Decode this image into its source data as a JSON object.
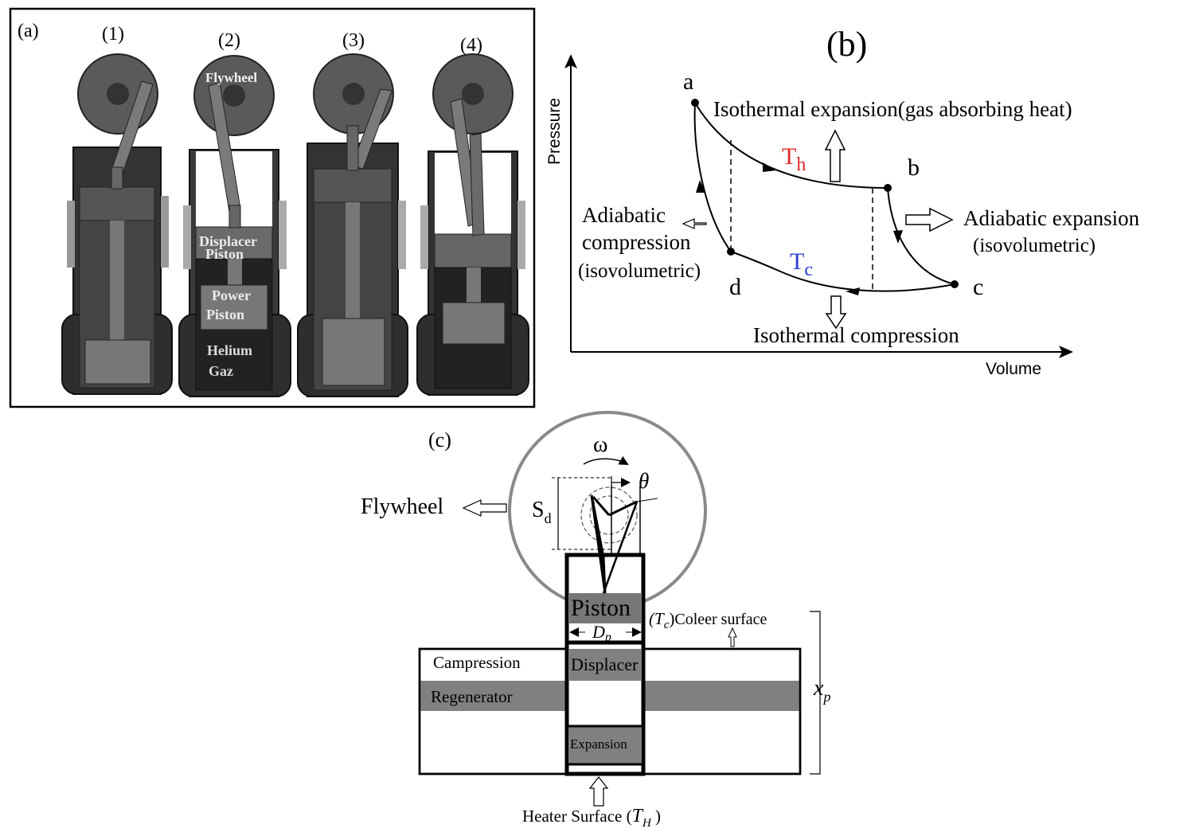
{
  "panel_a": {
    "panel_label": "(a)",
    "step_labels": [
      "(1)",
      "(2)",
      "(3)",
      "(4)"
    ],
    "flywheel_label": "Flywheel",
    "displacer_label_1": "Displacer",
    "displacer_label_2": "Piston",
    "power_label_1": "Power",
    "power_label_2": "Piston",
    "gas_label_1": "Helium",
    "gas_label_2": "Gaz"
  },
  "panel_b": {
    "panel_label": "(b)",
    "y_axis_label": "Pressure",
    "x_axis_label": "Volume",
    "point_a": "a",
    "point_b": "b",
    "point_c": "c",
    "point_d": "d",
    "th_main": "T",
    "th_sub": "h",
    "tc_main": "T",
    "tc_sub": "c",
    "iso_expansion": "Isothermal expansion",
    "iso_expansion_note": "(gas absorbing heat)",
    "adiabatic_expansion": "Adiabatic expansion",
    "adiabatic_expansion_note": "(isovolumetric)",
    "adiabatic_compression_1": "Adiabatic",
    "adiabatic_compression_2": "compression",
    "adiabatic_compression_note": "(isovolumetric)",
    "iso_compression": "Isothermal compression",
    "colors": {
      "hot": "#e0262a",
      "cold": "#2b3fd0"
    }
  },
  "panel_c": {
    "panel_label": "(c)",
    "omega": "ω",
    "theta": "θ",
    "flywheel_label": "Flywheel",
    "sd_main": "S",
    "sd_sub": "d",
    "piston_label": "Piston",
    "dp_main": "D",
    "dp_sub": "p",
    "tc_label": "(T",
    "tc_sub": "c",
    "tc_close": ")",
    "cooler_label": "Coleer surface",
    "compression_label": "Campression",
    "displacer_label": "Displacer",
    "regenerator_label": "Regenerator",
    "expansion_label": "Expansion",
    "xp_main": "x",
    "xp_sub": "p",
    "heater_label": "Heater Surface (",
    "th_label": "T",
    "th_sub": "H",
    "heater_close": " )"
  }
}
